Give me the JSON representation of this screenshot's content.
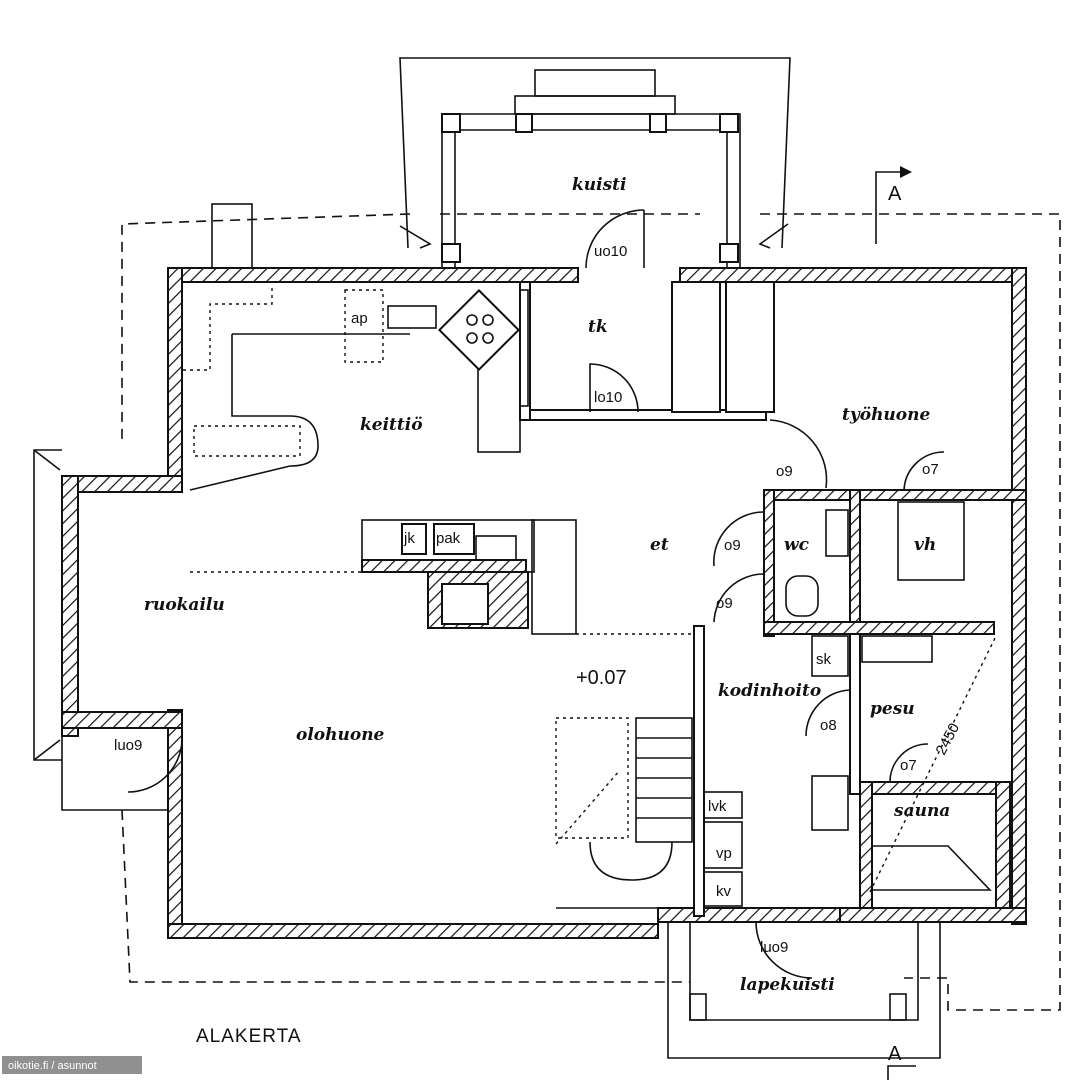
{
  "plan": {
    "title": "ALAKERTA",
    "watermark": "oikotie.fi / asunnot",
    "level": "+0.07",
    "section_marker": "A",
    "dimension": "2450"
  },
  "rooms": {
    "kuisti": "kuisti",
    "tk": "tk",
    "keittio": "keittiö",
    "tyohuone": "työhuone",
    "et": "et",
    "wc": "wc",
    "vh": "vh",
    "ruokailu": "ruokailu",
    "olohuone": "olohuone",
    "kodinhoito": "kodinhoito",
    "pesu": "pesu",
    "sauna": "sauna",
    "lapekuisti": "lapekuisti"
  },
  "fixtures": {
    "ap": "ap",
    "jk": "jk",
    "pak": "pak",
    "sk": "sk",
    "lvk": "lvk",
    "vp": "vp",
    "kv": "kv"
  },
  "doors": {
    "uo10": "uo10",
    "lo10": "lo10",
    "o9_a": "o9",
    "o9_b": "o9",
    "o9_c": "o9",
    "o7_a": "o7",
    "o7_b": "o7",
    "o8": "o8",
    "luo9_a": "luo9",
    "luo9_b": "luo9"
  }
}
